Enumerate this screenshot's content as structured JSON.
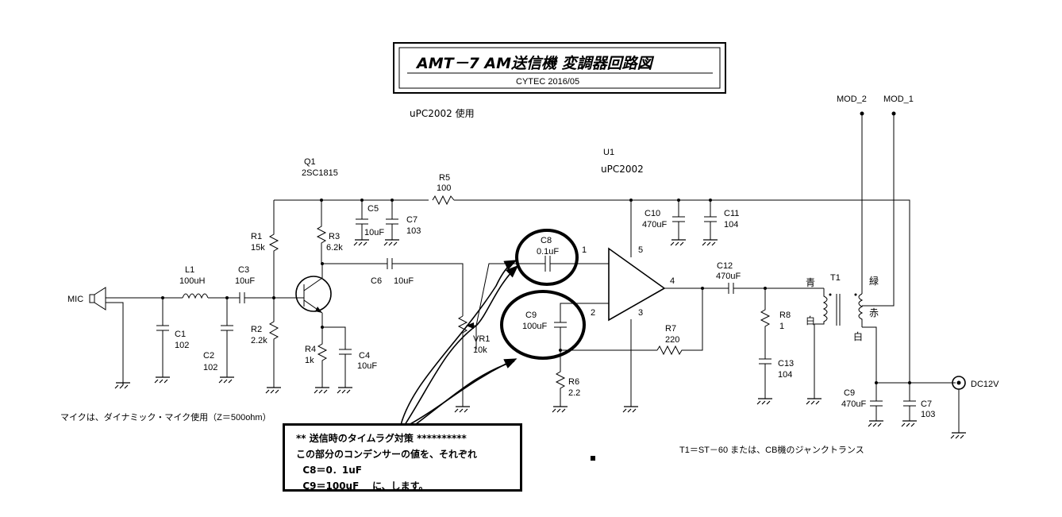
{
  "title": {
    "main": "AMT－7  AM送信機  変調器回路図",
    "sub": "CYTEC  2016/05"
  },
  "subtitle": "uPC2002 使用",
  "parts": {
    "mic": "MIC",
    "l1": [
      "L1",
      "100uH"
    ],
    "c1": [
      "C1",
      "102"
    ],
    "c2": [
      "C2",
      "102"
    ],
    "c3": [
      "C3",
      "10uF"
    ],
    "r1": [
      "R1",
      "15k"
    ],
    "r2": [
      "R2",
      "2.2k"
    ],
    "q1": [
      "Q1",
      "2SC1815"
    ],
    "r3": [
      "R3",
      "6.2k"
    ],
    "r4": [
      "R4",
      "1k"
    ],
    "c4": [
      "C4",
      "10uF"
    ],
    "c5": [
      "C5",
      "10uF"
    ],
    "c6": [
      "C6",
      "10uF"
    ],
    "c7a": [
      "C7",
      "103"
    ],
    "r5": [
      "R5",
      "100"
    ],
    "c8": [
      "C8",
      "0.1uF"
    ],
    "c9a": [
      "C9",
      "100uF"
    ],
    "vr1": [
      "VR1",
      "10k"
    ],
    "r6": [
      "R6",
      "2.2"
    ],
    "u1": [
      "U1",
      "uPC2002"
    ],
    "pins": [
      "1",
      "2",
      "3",
      "4",
      "5"
    ],
    "c10": [
      "C10",
      "470uF"
    ],
    "c11": [
      "C11",
      "104"
    ],
    "r7": [
      "R7",
      "220"
    ],
    "c12": [
      "C12",
      "470uF"
    ],
    "r8": [
      "R8",
      "1"
    ],
    "c13": [
      "C13",
      "104"
    ],
    "t1": "T1",
    "t1_wires": [
      "青",
      "白",
      "緑",
      "赤",
      "白"
    ],
    "mod2": "MOD_2",
    "mod1": "MOD_1",
    "c9b": [
      "C9",
      "470uF"
    ],
    "c7b": [
      "C7",
      "103"
    ],
    "dc": "DC12V"
  },
  "notes": {
    "mic": "マイクは、ダイナミック・マイク使用（Z＝500ohm）",
    "transformer": "T1＝ST－60  または、CB機のジャンクトランス"
  },
  "callout": [
    "** 送信時のタイムラグ対策 **********",
    "この部分のコンデンサーの値を、それぞれ",
    "  C8＝0．1uF",
    "  C9＝100uF    に、します。"
  ]
}
